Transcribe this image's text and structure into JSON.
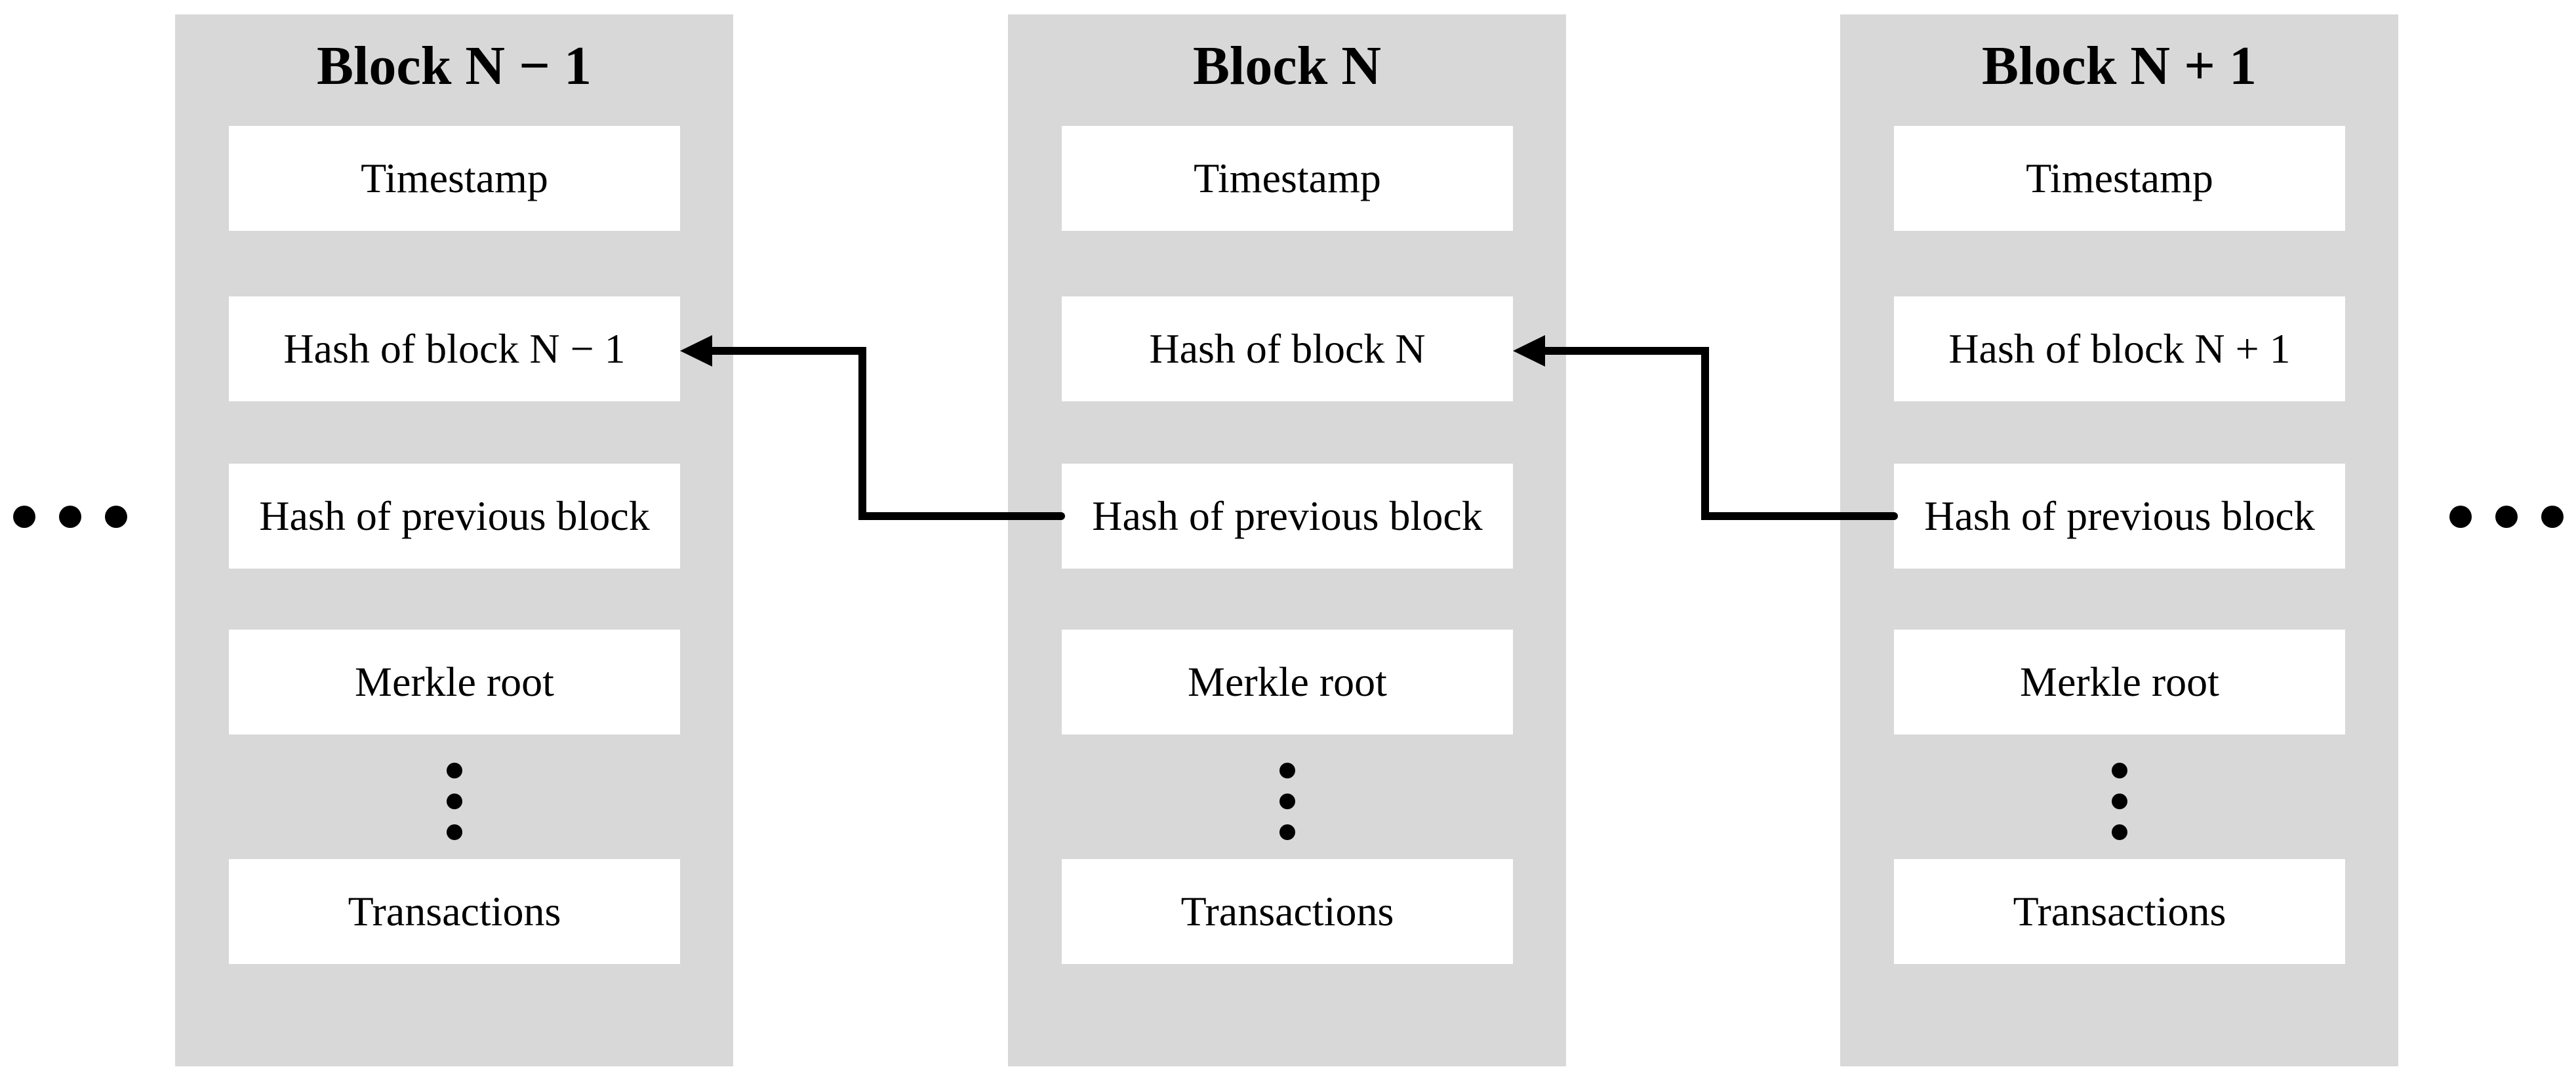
{
  "diagram": {
    "blocks": [
      {
        "title": "Block N − 1",
        "fields": [
          "Timestamp",
          "Hash of block N − 1",
          "Hash of previous block",
          "Merkle root",
          "Transactions"
        ]
      },
      {
        "title": "Block N",
        "fields": [
          "Timestamp",
          "Hash of block N",
          "Hash of previous block",
          "Merkle root",
          "Transactions"
        ]
      },
      {
        "title": "Block N + 1",
        "fields": [
          "Timestamp",
          "Hash of block N + 1",
          "Hash of previous block",
          "Merkle root",
          "Transactions"
        ]
      }
    ],
    "arrows": [
      {
        "from": "Block N / Hash of previous block",
        "to": "Block N − 1 / Hash of block N − 1"
      },
      {
        "from": "Block N + 1 / Hash of previous block",
        "to": "Block N / Hash of block N"
      }
    ],
    "continuation": {
      "left": "horizontal-ellipsis",
      "right": "horizontal-ellipsis",
      "inside_blocks": "vertical-ellipsis"
    },
    "colors": {
      "page_bg": "#ffffff",
      "block_bg": "#d8d8d8",
      "field_bg": "#ffffff",
      "line": "#000000",
      "text": "#000000"
    }
  }
}
